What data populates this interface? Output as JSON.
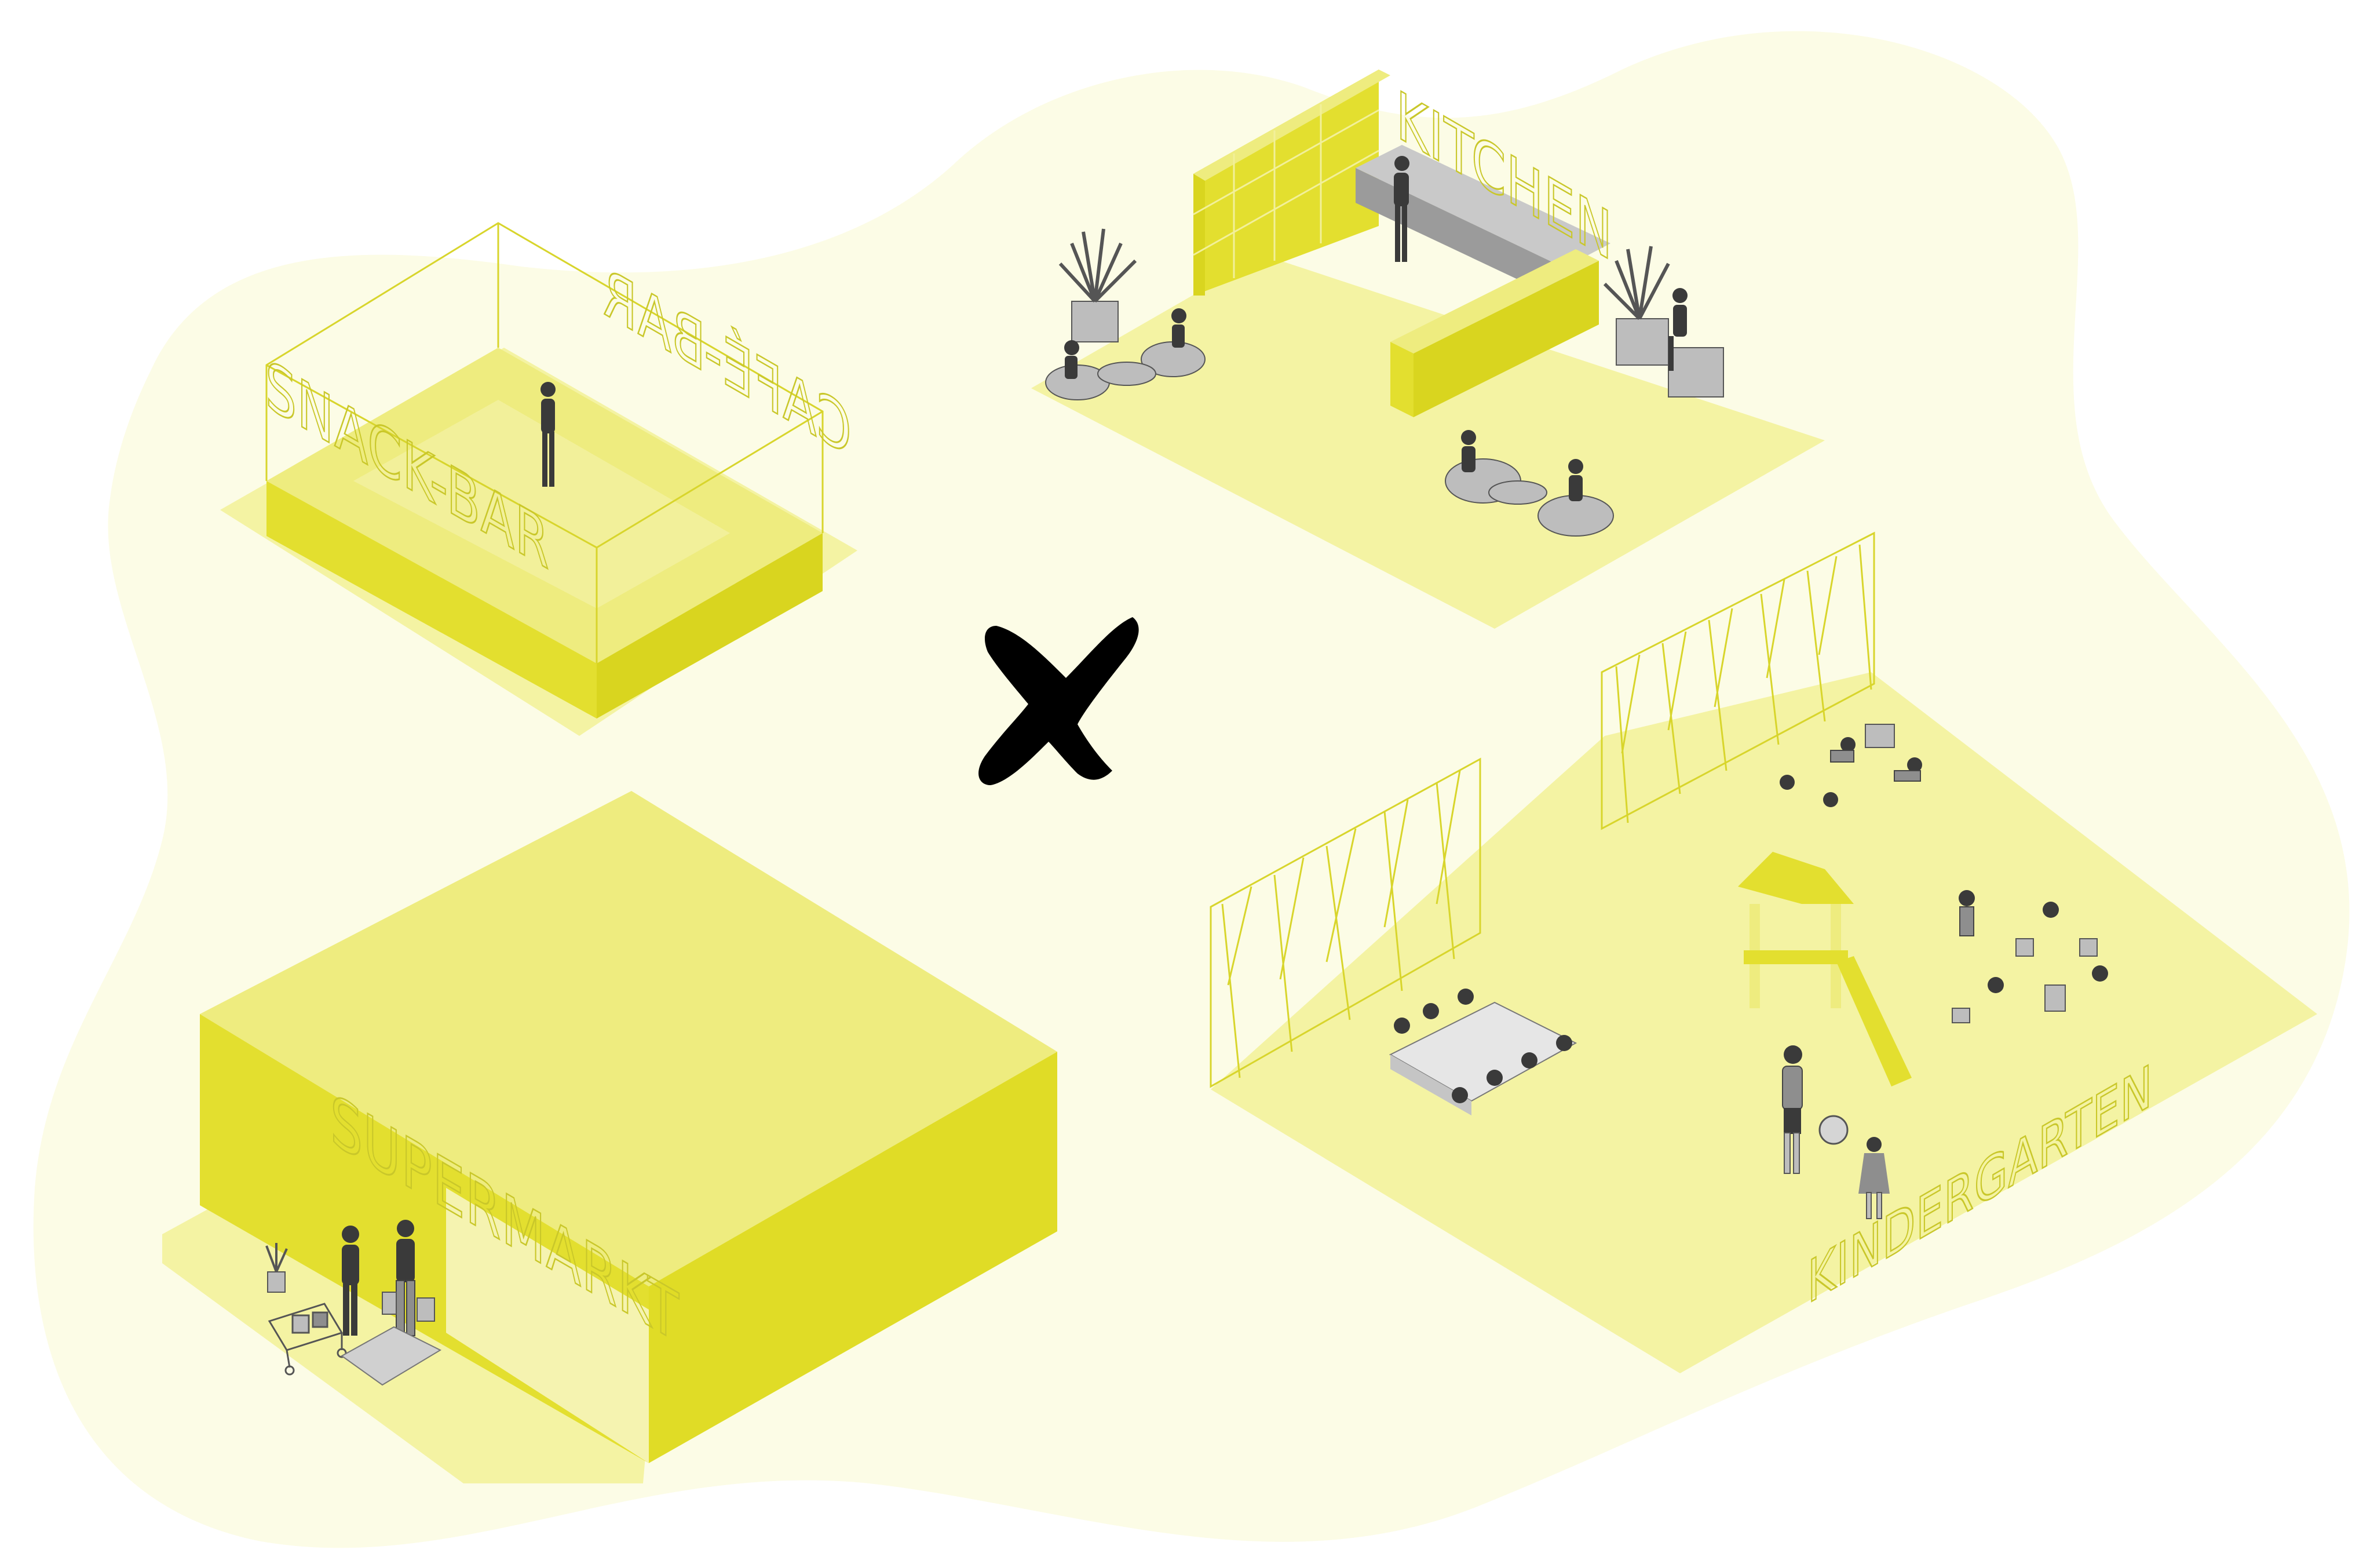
{
  "labels": {
    "snack_bar": "SNACK-BAR",
    "cafe_bar": "CAFÉ-BAR",
    "kitchen": "KITCHEN",
    "supermarkt": "SUPERMARKT",
    "kindergarten": "KINDERGARTEN"
  },
  "colors": {
    "blob": "#fcfce6",
    "floor": "#f4f3a3",
    "yellow_light": "#eeec7f",
    "yellow": "#e3df2f",
    "yellow_mid": "#eae65e",
    "outline": "#d8d52c",
    "grey": "#bdbdbd",
    "cross": "#000000"
  },
  "icons": [
    "cross-mark-icon",
    "plant-icon",
    "shopping-cart-icon",
    "slide-icon",
    "ball-icon"
  ]
}
